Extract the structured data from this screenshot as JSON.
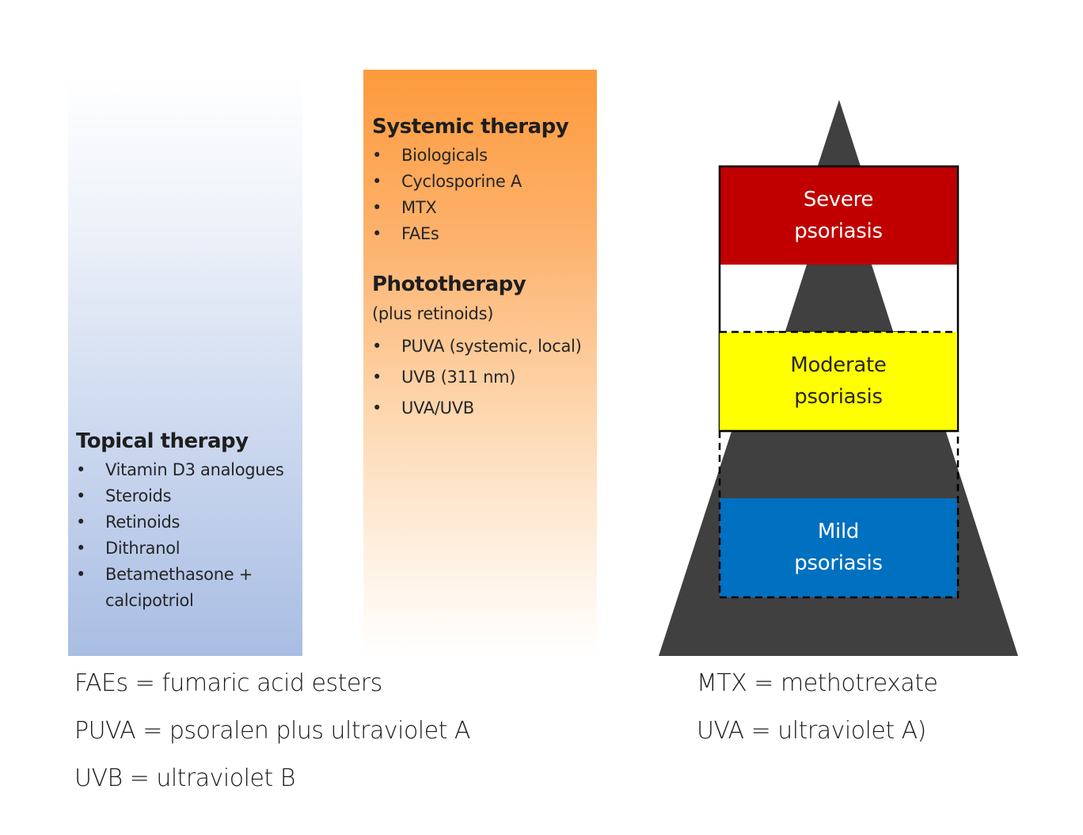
{
  "topical": {
    "title": "Topical therapy",
    "items": [
      "Vitamin D3 analogues",
      "Steroids",
      "Retinoids",
      "Dithranol",
      "Betamethasone +",
      "calcipotriol"
    ],
    "bullet": "•"
  },
  "systemic": {
    "title": "Systemic therapy",
    "items": [
      "Biologicals",
      "Cyclosporine A",
      "MTX",
      "FAEs"
    ],
    "bullet": "•"
  },
  "phototherapy": {
    "title": "Phototherapy",
    "subtitle": "(plus retinoids)",
    "items": [
      "PUVA (systemic, local)",
      "UVB (311 nm)",
      "UVA/UVB"
    ],
    "bullet": "•"
  },
  "pyramid": {
    "levels": [
      {
        "line1": "Severe",
        "line2": "psoriasis",
        "color": "#c00000",
        "text_color": "#ffffff"
      },
      {
        "line1": "Moderate",
        "line2": "psoriasis",
        "color": "#ffff00",
        "text_color": "#262626"
      },
      {
        "line1": "Mild",
        "line2": "psoriasis",
        "color": "#0070c0",
        "text_color": "#ffffff"
      }
    ],
    "triangle_color": "#404040"
  },
  "legend": {
    "left": [
      "FAEs = fumaric acid esters",
      "PUVA = psoralen plus ultraviolet A",
      "UVB = ultraviolet B"
    ],
    "right": [
      "MTX = methotrexate",
      "UVA = ultraviolet A)"
    ]
  },
  "colors": {
    "topical_gradient_end": "#a9bde3",
    "systemic_gradient_start": "#fd9a3c"
  }
}
